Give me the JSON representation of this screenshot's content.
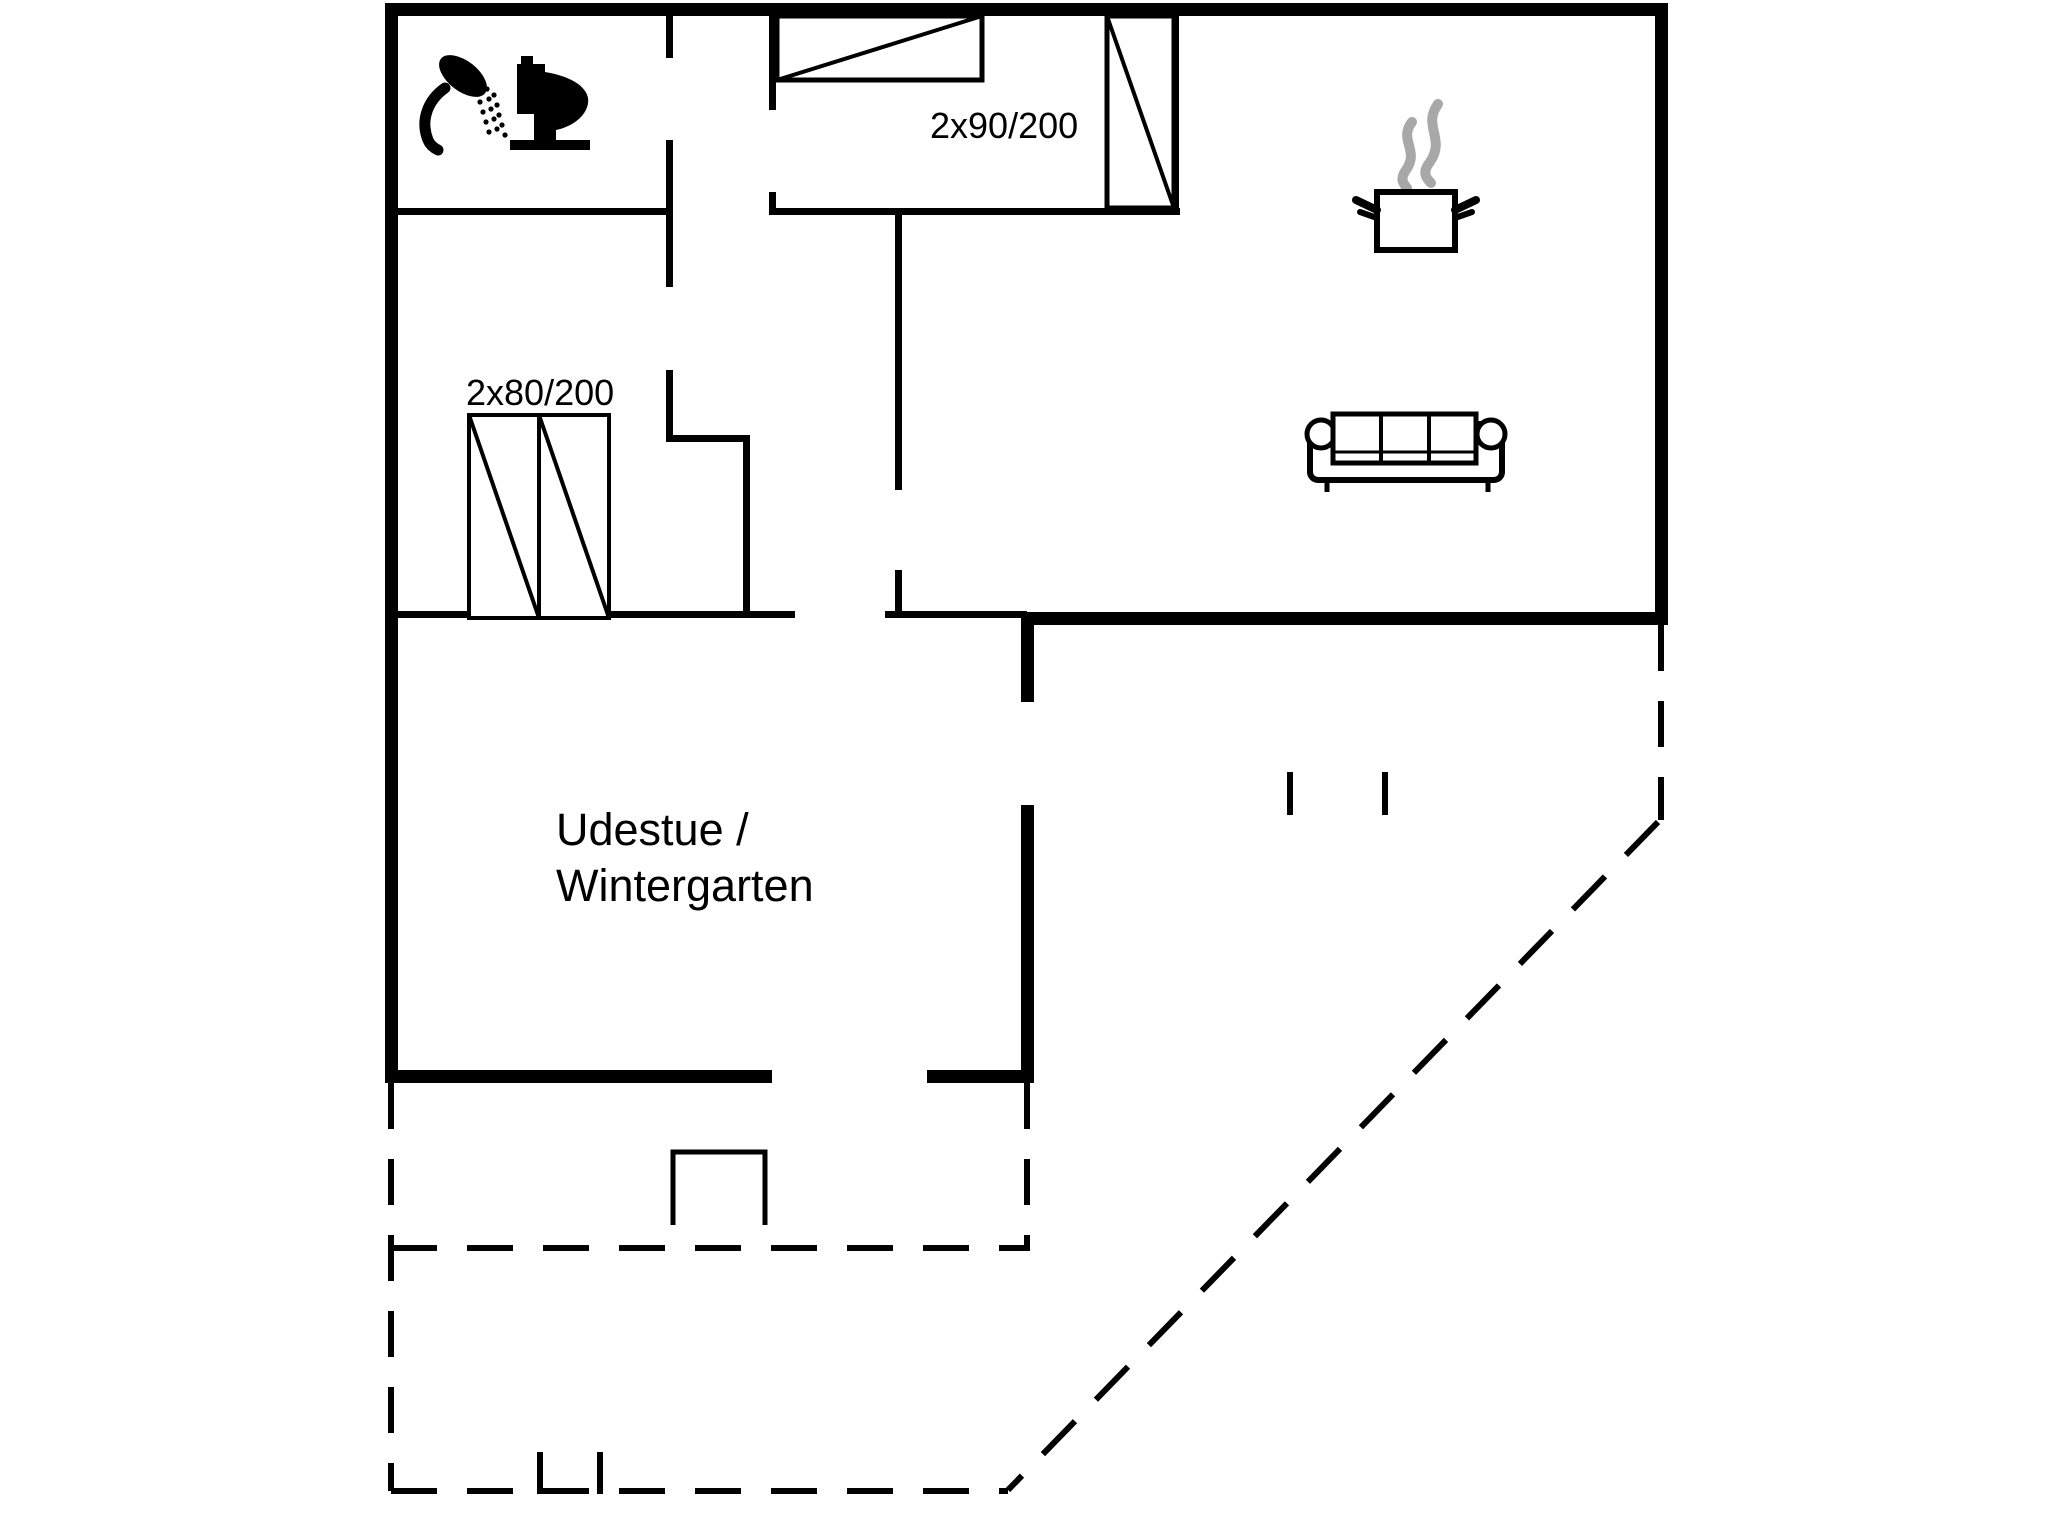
{
  "page": {
    "background_color": "#ffffff",
    "line_color": "#000000",
    "steam_color": "#a8a8a8"
  },
  "labels": {
    "bed_dimension_top": "2x90/200",
    "bed_dimension_left": "2x80/200",
    "room_name_line1": "Udestue /",
    "room_name_line2": "Wintergarten"
  },
  "icons": {
    "shower": "shower-icon",
    "toilet": "toilet-icon",
    "cooking_pot": "cooking-pot-icon",
    "sofa": "sofa-icon",
    "double_bed_horizontal": "bed-symbol",
    "bed_vertical": "bed-symbol",
    "twin_beds": "bed-symbol"
  }
}
